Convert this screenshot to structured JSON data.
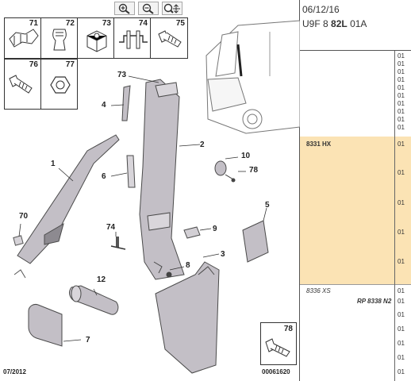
{
  "toolbar": {
    "buttons": [
      {
        "name": "zoom-in",
        "icon": "magnifier-plus-icon"
      },
      {
        "name": "zoom-out",
        "icon": "magnifier-minus-icon"
      },
      {
        "name": "zoom-fit",
        "icon": "magnifier-arrows-icon"
      }
    ]
  },
  "thumbnails": [
    {
      "number": "71"
    },
    {
      "number": "72"
    },
    {
      "number": "73"
    },
    {
      "number": "74"
    },
    {
      "number": "75"
    },
    {
      "number": "76"
    },
    {
      "number": "77"
    }
  ],
  "callouts": {
    "c73": "73",
    "c4": "4",
    "c2": "2",
    "c1": "1",
    "c6": "6",
    "c10": "10",
    "c78": "78",
    "c70": "70",
    "c74": "74",
    "c5": "5",
    "c9": "9",
    "c3": "3",
    "c8": "8",
    "c12": "12",
    "c7": "7"
  },
  "box78": {
    "number": "78"
  },
  "footer": {
    "date": "07/2012",
    "ref": "00061620"
  },
  "panel": {
    "date": "06/12/16",
    "code_prefix": "U9F 8",
    "code_bold": "82L",
    "code_suffix": "01A",
    "ref_a": "8331 HX",
    "ref_b": "8336 XS",
    "ref_c": "RP 8338 N2",
    "counts": [
      "01",
      "01",
      "01",
      "01",
      "01",
      "01",
      "01",
      "01",
      "01",
      "01",
      "01",
      "01",
      "01",
      "01",
      "01",
      "01",
      "01",
      "01",
      "01",
      "01",
      "01",
      "01"
    ]
  },
  "colors": {
    "highlight": "#fbe3b4",
    "part_fill": "#c3bfc6",
    "part_stroke": "#4a4a4a"
  }
}
